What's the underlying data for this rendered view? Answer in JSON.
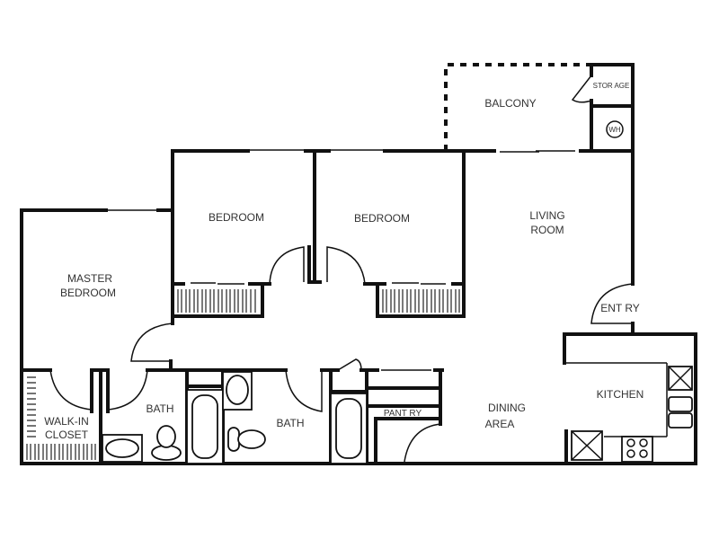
{
  "floorplan": {
    "rooms": [
      {
        "id": "balcony",
        "label": "BALCONY"
      },
      {
        "id": "storage",
        "label": "STOR AGE"
      },
      {
        "id": "water-heater",
        "label": "WH"
      },
      {
        "id": "bedroom-1",
        "label": "BEDROOM"
      },
      {
        "id": "bedroom-2",
        "label": "BEDROOM"
      },
      {
        "id": "living-room",
        "label_line1": "LIVING",
        "label_line2": "ROOM"
      },
      {
        "id": "master-bedroom",
        "label_line1": "MASTER",
        "label_line2": "BEDROOM"
      },
      {
        "id": "entry",
        "label": "ENT RY"
      },
      {
        "id": "kitchen",
        "label": "KITCHEN"
      },
      {
        "id": "dining-area",
        "label_line1": "DINING",
        "label_line2": "AREA"
      },
      {
        "id": "walk-in-closet",
        "label_line1": "WALK-IN",
        "label_line2": "CLOSET"
      },
      {
        "id": "bath-master",
        "label": "BATH"
      },
      {
        "id": "bath-hall",
        "label": "BATH"
      },
      {
        "id": "pantry",
        "label": "PANT RY"
      }
    ],
    "colors": {
      "wall": "#111111",
      "background": "#ffffff",
      "text": "#333333"
    }
  }
}
